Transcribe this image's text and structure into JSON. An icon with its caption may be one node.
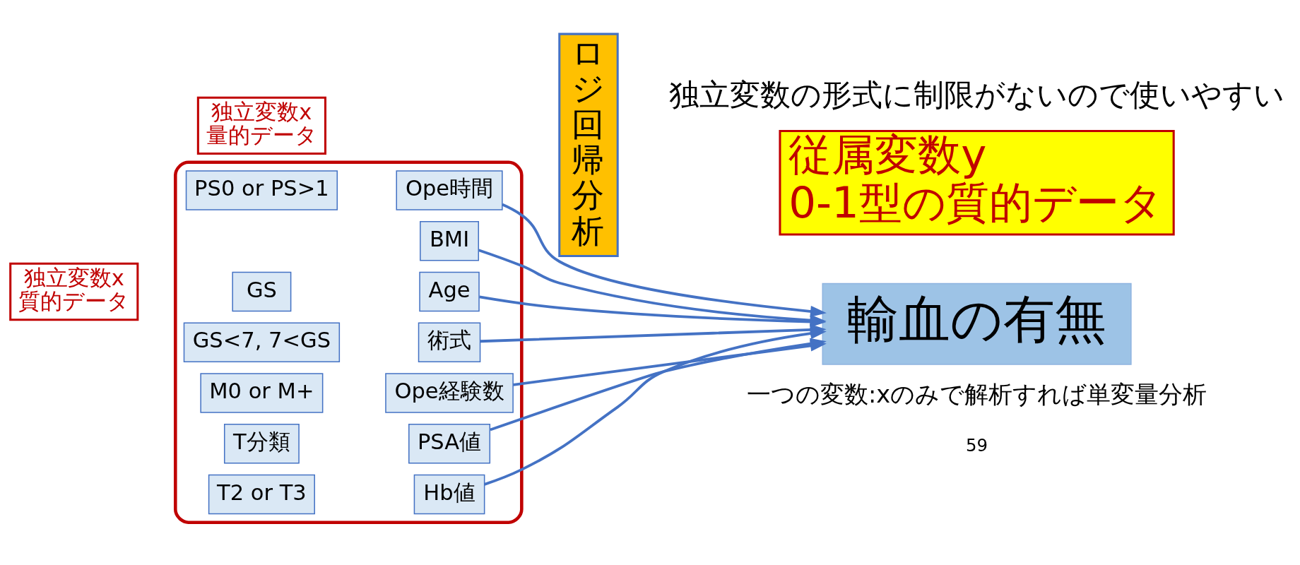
{
  "diagram": {
    "nodes": [
      {
        "text": [],
        "shape": "box"
      },
      {
        "text": [
          "独立変数x 質的データ"
        ]
      },
      {
        "text": [
          "独立変数x 量的データ"
        ]
      },
      {
        "text": [
          "GS"
        ],
        "in": 0
      },
      {
        "text": [
          "T分類"
        ],
        "in": 0
      },
      {
        "text": [
          "Age"
        ],
        "in": 0
      },
      {
        "text": [
          "T2 or T3"
        ],
        "in": 0
      },
      {
        "text": [
          "PSA値"
        ],
        "in": 0
      },
      {
        "text": [
          "PS0 or PS>1"
        ],
        "in": 0
      },
      {
        "text": [
          "Hb値"
        ],
        "in": 0
      },
      {
        "text": [
          "M0 or M+"
        ],
        "in": 0
      },
      {
        "text": [
          "Ope時間"
        ],
        "in": 0
      },
      {
        "text": [
          "GS<7, 7<GS"
        ],
        "in": 0
      },
      {
        "text": [
          "Ope経験数"
        ],
        "in": 0
      },
      {
        "text": [
          "術式"
        ],
        "in": 0
      },
      {
        "text": [
          "BMI"
        ],
        "in": 0
      },
      {
        "text": [
          "ロジ回帰分析"
        ]
      },
      {
        "text": [
          "従属変数y 0-1型の質的データ"
        ]
      },
      {
        "text": [
          "輸血の有無"
        ]
      }
    ],
    "edges": [
      {
        "from": 5,
        "to": 18,
        "arrow": "to"
      },
      {
        "from": 7,
        "to": 18,
        "arrow": "to"
      },
      {
        "from": 9,
        "to": 18,
        "arrow": "to"
      },
      {
        "from": 11,
        "to": 18,
        "arrow": "to"
      },
      {
        "from": 13,
        "to": 18,
        "arrow": "to"
      },
      {
        "from": 14,
        "to": 18,
        "arrow": "to"
      },
      {
        "from": 15,
        "to": 18,
        "arrow": "to"
      }
    ],
    "labels": [
      "独立変数の形式に制限がないので使いやすい",
      "一つの変数:xのみで解析すれば単変量分析",
      "59"
    ]
  }
}
